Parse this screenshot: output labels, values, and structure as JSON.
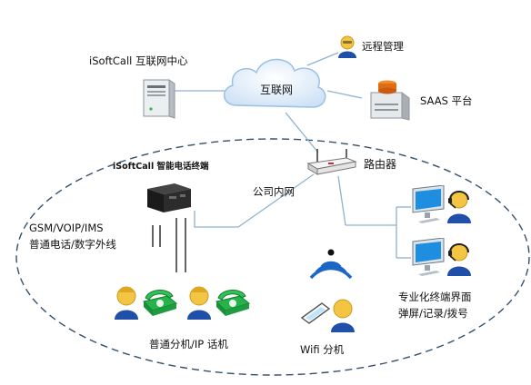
{
  "labels": {
    "isoftcall_center": "iSoftCall 互联网中心",
    "internet": "互联网",
    "remote_management": "远程管理",
    "saas_platform": "SAAS 平台",
    "smart_terminal": "iSoftCall 智能电话终端",
    "router": "路由器",
    "company_intranet": "公司内网",
    "trunk_line1": "GSM/VOIP/IMS",
    "trunk_line2": "普通电话/数字外线",
    "extension_phones": "普通分机/IP 话机",
    "wifi_extension": "Wifi 分机",
    "workstation_line1": "专业化终端界面",
    "workstation_line2": "弹屏/记录/拨号"
  },
  "icons": [
    "server-icon",
    "cloud-icon",
    "person-icon",
    "server-stack-icon",
    "router-icon",
    "terminal-box-icon",
    "monitor-icon",
    "headset-agent-icon",
    "desk-phone-icon",
    "smartphone-icon",
    "wifi-signal-icon"
  ],
  "colors": {
    "line": "#8fb2cf",
    "dashed_ellipse": "#34506d",
    "cloud_edge": "#9cc0e3",
    "person_head": "#f4c542",
    "person_body": "#1f4fa8",
    "phone_green": "#27b34b",
    "wifi_blue": "#1c66c8",
    "router_red": "#d9262c"
  }
}
